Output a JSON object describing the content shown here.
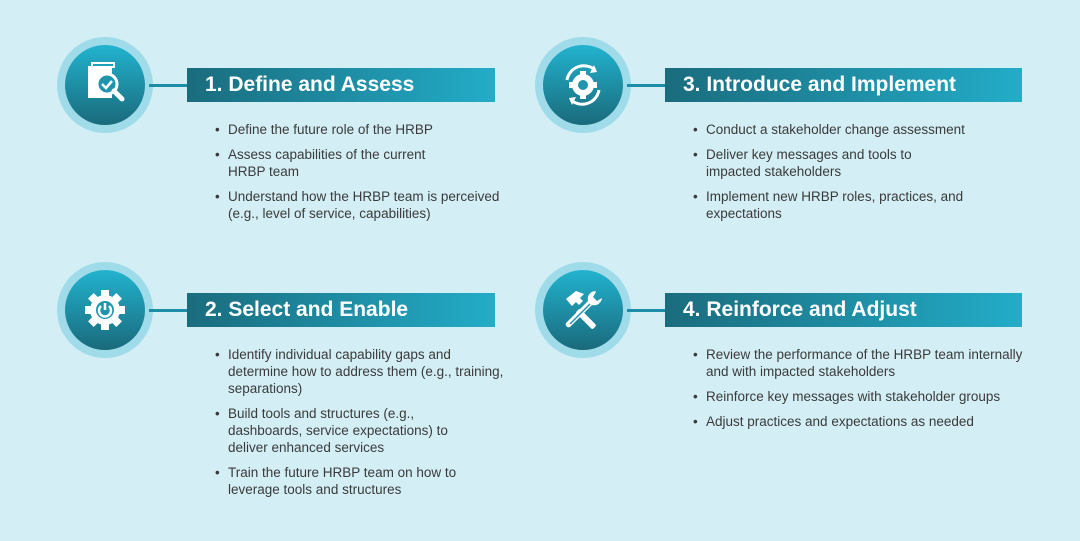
{
  "steps": [
    {
      "title": "1. Define and Assess",
      "icon": "document-check-magnifier-icon",
      "bullets": [
        "Define the future role of the HRBP",
        "Assess capabilities of the current HRBP team",
        "Understand how the HRBP team is perceived (e.g., level of service, capabilities)"
      ]
    },
    {
      "title": "2. Select and Enable",
      "icon": "gear-power-icon",
      "bullets": [
        "Identify individual capability gaps and determine how to address them (e.g., training, separations)",
        "Build tools and structures (e.g., dashboards, service expectations) to deliver enhanced services",
        "Train the future HRBP team on how to leverage tools and structures"
      ]
    },
    {
      "title": "3. Introduce and Implement",
      "icon": "gear-cycle-icon",
      "bullets": [
        "Conduct a stakeholder change assessment",
        "Deliver key messages and tools to impacted stakeholders",
        "Implement new HRBP roles, practices, and expectations"
      ]
    },
    {
      "title": "4. Reinforce and Adjust",
      "icon": "hammer-wrench-icon",
      "bullets": [
        "Review the performance of the HRBP team internally and with impacted stakeholders",
        "Reinforce key messages with stakeholder groups",
        "Adjust practices and expectations as needed"
      ]
    }
  ],
  "colors": {
    "background": "#d3eff5",
    "banner_dark": "#1a6c7d",
    "banner_light": "#23acc8"
  }
}
